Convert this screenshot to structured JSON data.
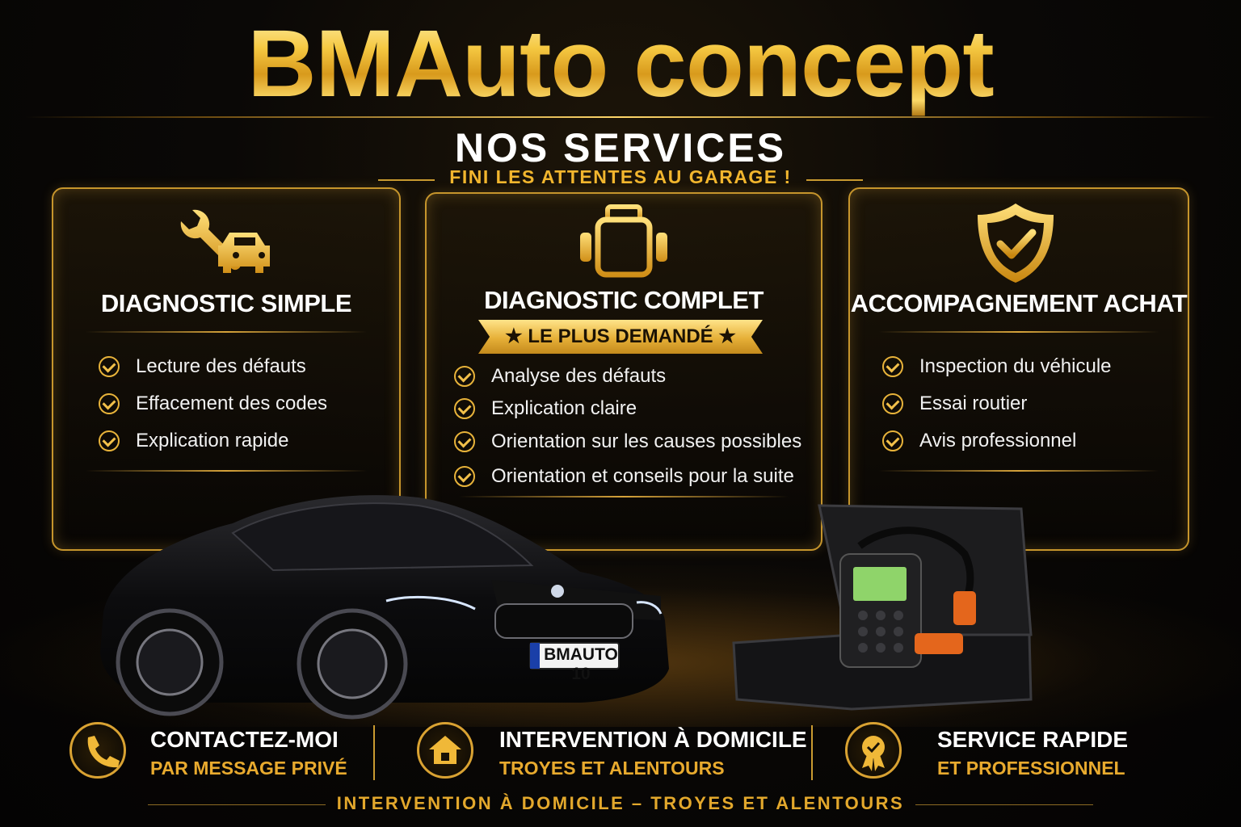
{
  "brand": "BMAuto concept",
  "services_title": "NOS SERVICES",
  "tagline": "FINI LES ATTENTES AU GARAGE !",
  "cards": [
    {
      "title": "DIAGNOSTIC SIMPLE",
      "icon": "wrench-car-icon",
      "items": [
        "Lecture des défauts",
        "Effacement des codes",
        "Explication rapide"
      ]
    },
    {
      "title": "DIAGNOSTIC COMPLET",
      "icon": "obd-connector-icon",
      "badge": "★ LE PLUS DEMANDÉ ★",
      "items": [
        "Analyse des défauts",
        "Explication claire",
        "Orientation sur les causes possibles",
        "Orientation et conseils pour la suite"
      ]
    },
    {
      "title": "ACCOMPAGNEMENT ACHAT",
      "icon": "shield-check-icon",
      "items": [
        "Inspection du véhicule",
        "Essai routier",
        "Avis professionnel"
      ]
    }
  ],
  "car_plate": "BMAUTO 10",
  "bottom": [
    {
      "icon": "phone-icon",
      "title": "CONTACTEZ-MOI",
      "sub": "PAR MESSAGE PRIVÉ"
    },
    {
      "icon": "house-icon",
      "title": "INTERVENTION À DOMICILE",
      "sub": "TROYES ET ALENTOURS"
    },
    {
      "icon": "award-icon",
      "title": "SERVICE RAPIDE",
      "sub": "ET PROFESSIONNEL"
    }
  ],
  "footer": "INTERVENTION À DOMICILE – TROYES ET ALENTOURS",
  "colors": {
    "gold": "#e8b33a",
    "background": "#070504",
    "text": "#ffffff"
  }
}
